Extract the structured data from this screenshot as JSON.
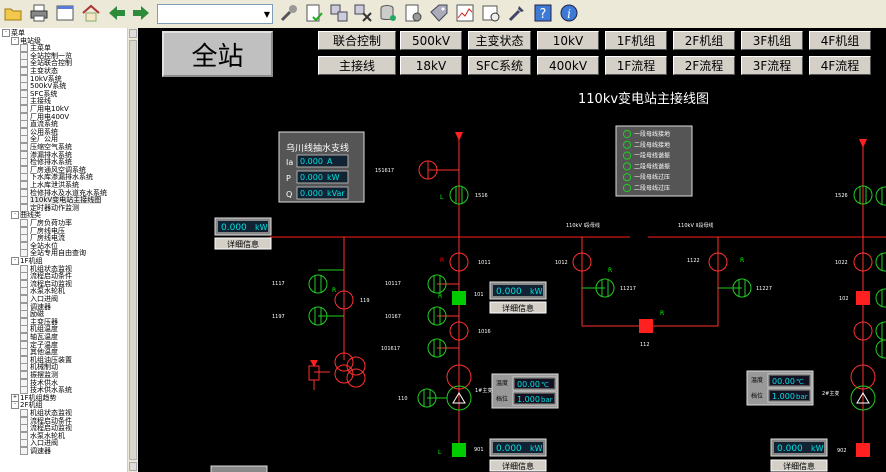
{
  "tree": {
    "items": [
      {
        "label": "菜单",
        "depth": 0,
        "toggle": "-"
      },
      {
        "label": "电站级",
        "depth": 1,
        "toggle": "-"
      },
      {
        "label": "主菜单",
        "depth": 2
      },
      {
        "label": "全站控制一览",
        "depth": 2
      },
      {
        "label": "全站联合控制",
        "depth": 2
      },
      {
        "label": "主变状态",
        "depth": 2
      },
      {
        "label": "10kV系统",
        "depth": 2
      },
      {
        "label": "500kV系统",
        "depth": 2
      },
      {
        "label": "SFC系统",
        "depth": 2
      },
      {
        "label": "主接线",
        "depth": 2
      },
      {
        "label": "厂用电10kV",
        "depth": 2
      },
      {
        "label": "厂用电400V",
        "depth": 2
      },
      {
        "label": "直流系统",
        "depth": 2
      },
      {
        "label": "公用系统",
        "depth": 2
      },
      {
        "label": "全厂公用",
        "depth": 2
      },
      {
        "label": "压缩空气系统",
        "depth": 2
      },
      {
        "label": "渗漏排水系统",
        "depth": 2
      },
      {
        "label": "检修排水系统",
        "depth": 2
      },
      {
        "label": "厂房通风空调系统",
        "depth": 2
      },
      {
        "label": "下水库渗漏排水系统",
        "depth": 2
      },
      {
        "label": "上水库泄洪系统",
        "depth": 2
      },
      {
        "label": "检修排水及水道充水系统",
        "depth": 2
      },
      {
        "label": "110kV变电站主接线图",
        "depth": 2,
        "selected": true
      },
      {
        "label": "定时器动作监测",
        "depth": 2
      },
      {
        "label": "曲线类",
        "depth": 1,
        "toggle": "-"
      },
      {
        "label": "厂房负荷功率",
        "depth": 2
      },
      {
        "label": "厂房线电压",
        "depth": 2
      },
      {
        "label": "厂房线电流",
        "depth": 2
      },
      {
        "label": "全站水位",
        "depth": 2
      },
      {
        "label": "全站专用自由查询",
        "depth": 2
      },
      {
        "label": "1F机组",
        "depth": 1,
        "toggle": "-"
      },
      {
        "label": "机组状态监视",
        "depth": 2
      },
      {
        "label": "流程启动条件",
        "depth": 2
      },
      {
        "label": "流程启动监视",
        "depth": 2
      },
      {
        "label": "水泵水轮机",
        "depth": 2
      },
      {
        "label": "入口进阀",
        "depth": 2
      },
      {
        "label": "调速器",
        "depth": 2
      },
      {
        "label": "励磁",
        "depth": 2
      },
      {
        "label": "主变压器",
        "depth": 2
      },
      {
        "label": "机组温度",
        "depth": 2
      },
      {
        "label": "轴瓦温度",
        "depth": 2
      },
      {
        "label": "定子温度",
        "depth": 2
      },
      {
        "label": "其他温度",
        "depth": 2
      },
      {
        "label": "机组油压装置",
        "depth": 2
      },
      {
        "label": "机械制动",
        "depth": 2
      },
      {
        "label": "振摆监测",
        "depth": 2
      },
      {
        "label": "技术供水",
        "depth": 2
      },
      {
        "label": "技术供水系统",
        "depth": 2
      },
      {
        "label": "1F机组趋势",
        "depth": 1,
        "toggle": "+"
      },
      {
        "label": "2F机组",
        "depth": 1,
        "toggle": "-"
      },
      {
        "label": "机组状态监视",
        "depth": 2
      },
      {
        "label": "流程启动条件",
        "depth": 2
      },
      {
        "label": "流程启动监视",
        "depth": 2
      },
      {
        "label": "水泵水轮机",
        "depth": 2
      },
      {
        "label": "入口进阀",
        "depth": 2
      },
      {
        "label": "调速器",
        "depth": 2
      }
    ]
  },
  "all_station_label": "全站",
  "nav_row1": [
    "联合控制",
    "500kV",
    "主变状态",
    "10kV",
    "1F机组",
    "2F机组",
    "3F机组",
    "4F机组"
  ],
  "nav_row2": [
    "主接线",
    "18kV",
    "SFC系统",
    "400kV",
    "1F流程",
    "2F流程",
    "3F流程",
    "4F流程"
  ],
  "diagram_title": "110kv变电站主接线图",
  "wuchuan_panel": {
    "title": "乌川线抽水支线",
    "rows": [
      {
        "label": "Ia",
        "value": "0.000",
        "unit": "A"
      },
      {
        "label": "P",
        "value": "0.000",
        "unit": "kW"
      },
      {
        "label": "Q",
        "value": "0.000",
        "unit": "kVar"
      }
    ]
  },
  "legend_items": [
    "一段母线接地",
    "二段母线接地",
    "一段母线谐振",
    "二段母线谐振",
    "一段母线过压",
    "二段母线过压"
  ],
  "kw_readouts": {
    "value": "0.000",
    "unit": "kW"
  },
  "detail_label": "详细信息",
  "transformer1": {
    "temp_label": "温度",
    "temp_value": "00.00",
    "temp_unit": "℃",
    "pos_label": "档位",
    "pos_value": "1.000",
    "pos_unit": "bar",
    "name": "1#主变"
  },
  "transformer2": {
    "temp_label": "温度",
    "temp_value": "00.00",
    "temp_unit": "℃",
    "pos_label": "档位",
    "pos_value": "1.000",
    "pos_unit": "bar",
    "name": "2#主变"
  },
  "bus1_label": "110kV I段母线",
  "bus2_label": "110kV II段母线",
  "switch_ids": {
    "s1516": "1516",
    "s151617": "151617",
    "s1011": "1011",
    "s10117": "10117",
    "s101": "101",
    "s10167": "10167",
    "s1016": "1016",
    "s101617": "101617",
    "s1117": "1117",
    "s119": "119",
    "s1197": "1197",
    "s110": "110",
    "s901": "901",
    "s1012": "1012",
    "s11217": "11217",
    "s112": "112",
    "s1122": "1122",
    "s11227": "11227",
    "s1526": "1526",
    "s1022": "1022",
    "s102": "102",
    "s902": "902"
  },
  "letters": {
    "L": "L",
    "R": "R"
  },
  "colors": {
    "bus": "#ff2020",
    "line": "#ff3030",
    "green": "#22cc22",
    "breaker_on": "#ff2020",
    "breaker_off": "#00cc00",
    "readout": "#00e0e0"
  }
}
